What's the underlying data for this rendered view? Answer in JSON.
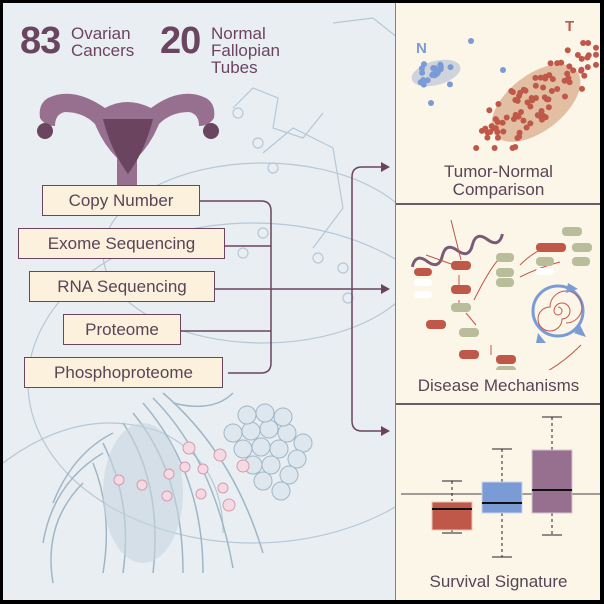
{
  "header": {
    "count1": "83",
    "label1_line1": "Ovarian",
    "label1_line2": "Cancers",
    "count2": "20",
    "label2_line1": "Normal",
    "label2_line2": "Fallopian Tubes"
  },
  "data_types": [
    {
      "label": "Copy Number"
    },
    {
      "label": "Exome Sequencing"
    },
    {
      "label": "RNA Sequencing"
    },
    {
      "label": "Proteome"
    },
    {
      "label": "Phosphoproteome"
    }
  ],
  "panels": {
    "tumor_normal": {
      "title_line1": "Tumor-Normal",
      "title_line2": "Comparison",
      "label_normal": "N",
      "label_tumor": "T"
    },
    "disease_mechanisms": {
      "title": "Disease Mechanisms"
    },
    "survival": {
      "title": "Survival Signature"
    }
  },
  "colors": {
    "accent": "#6b4560",
    "box_fill": "#fbf1dc",
    "panel_bg": "#fcf6e8",
    "tumor": "#c0584a",
    "normal": "#7b9bd6",
    "purple": "#98708f",
    "sage": "#b9bd9b"
  },
  "icons": {
    "organ": "uterus-icon",
    "arrow": "arrow-right-icon"
  }
}
